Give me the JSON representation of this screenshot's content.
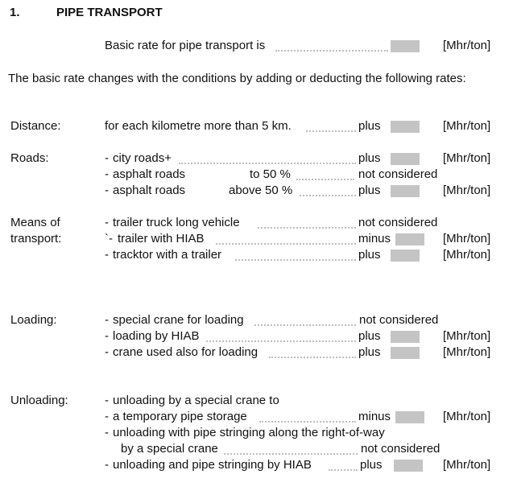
{
  "heading": {
    "number": "1.",
    "title": "PIPE TRANSPORT"
  },
  "basic_rate": {
    "text": "Basic rate for pipe transport is",
    "unit": "[Mhr/ton]"
  },
  "intro": "The basic rate changes with the conditions by adding or deducting the following rates:",
  "sections": {
    "distance": {
      "label": "Distance:",
      "rows": [
        {
          "text": "for each kilometre more than 5 km.",
          "mod": "plus",
          "unit": "[Mhr/ton]"
        }
      ]
    },
    "roads": {
      "label": "Roads:",
      "rows": [
        {
          "bullet": "-",
          "text": "city roads+",
          "mod": "plus",
          "unit": "[Mhr/ton]"
        },
        {
          "bullet": "-",
          "text": "asphalt roads",
          "cond": "to 50 %",
          "mod": "not  considered"
        },
        {
          "bullet": "-",
          "text": "asphalt roads",
          "cond": "above 50 %",
          "mod": "plus",
          "unit": "[Mhr/ton]"
        }
      ]
    },
    "means": {
      "label_line1": "Means of",
      "label_line2": "transport:",
      "rows": [
        {
          "bullet": "-",
          "text": "trailer truck  long vehicle",
          "mod": "not considered"
        },
        {
          "bullet": "`-",
          "text": "trailer with HIAB",
          "mod": "minus",
          "unit": "[Mhr/ton]"
        },
        {
          "bullet": "-",
          "text": "tracktor with a trailer",
          "mod": "plus",
          "unit": "[Mhr/ton]"
        }
      ]
    },
    "loading": {
      "label": "Loading:",
      "rows": [
        {
          "bullet": "-",
          "text": "special crane for loading",
          "mod": "not considered"
        },
        {
          "bullet": "-",
          "text": "loading by HIAB",
          "mod": "plus",
          "unit": "[Mhr/ton]"
        },
        {
          "bullet": "-",
          "text": "crane used also for loading",
          "mod": "plus",
          "unit": "[Mhr/ton]"
        }
      ]
    },
    "unloading": {
      "label": "Unloading:",
      "rows": [
        {
          "bullet": "-",
          "text": "unloading by a special crane to"
        },
        {
          "bullet": "-",
          "text": "a temporary pipe storage",
          "mod": "minus",
          "unit": "[Mhr/ton]"
        },
        {
          "bullet": "-",
          "text": "unloading with pipe stringing along the right-of-way"
        },
        {
          "text": "by a special crane",
          "mod": "not considered"
        },
        {
          "bullet": "-",
          "text": "unloading and pipe stringing by HIAB",
          "mod": "plus",
          "unit": "[Mhr/ton]"
        }
      ]
    }
  }
}
